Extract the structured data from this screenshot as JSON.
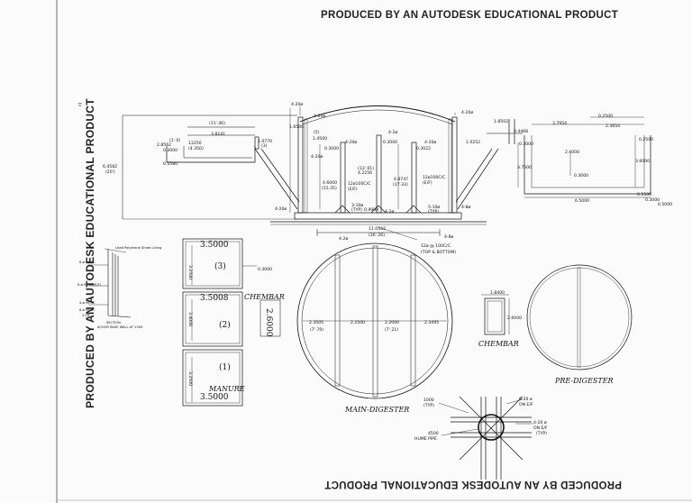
{
  "banner": "PRODUCED BY AN AUTODESK EDUCATIONAL PRODUCT",
  "corner_mark": "n|",
  "views": {
    "main_digester": "MAIN-DIGESTER",
    "pre_digester": "PRE-DIGESTER",
    "chembar": "CHEMBAR",
    "chembar_left": "CHEMBAR",
    "manure": "MANURE"
  },
  "section": {
    "dims": {
      "top_span": "(11'.46)",
      "d1": "3.8241",
      "d2": "1.0770",
      "d2b": "(3)",
      "d3": "1.6500",
      "d3b": "(5)",
      "d4": "1.4500",
      "left_h": "6.4582",
      "left_hb": "(20')",
      "wall_a": "(1'.0)",
      "wall_b": "2.8562",
      "wall_c": "0.3000",
      "wall_d": "0.5580",
      "wall_e": "13250",
      "wall_f": "(4.350)",
      "inner1": "0.3000",
      "inner2": "0.3000",
      "inner3": "0.3022",
      "mid_a": "(13'.01)",
      "mid_b": "4.2256",
      "h1": "4.6000",
      "h1b": "(15.35)",
      "h2": "4.8747",
      "h2b": "(17.33)",
      "typ1": "3-10ø",
      "typ1b": "(TYP)",
      "typ2": "5-10ø",
      "typ2b": "(TYP)",
      "d6": "0.9999",
      "base_len": "11.0542",
      "base_lenb": "(36'.26)"
    },
    "callouts": {
      "c1": "4-20ø",
      "c2": "4-20ø",
      "c3": "4-20ø",
      "c4": "4-20ø",
      "c5": "4-20ø",
      "c6": "4-20ø",
      "c7": "4-2ø",
      "c8": "4-2ø",
      "c9": "4-20ø",
      "c10": "4-2ø",
      "c11": "4-8ø",
      "c12": "4-8ø",
      "mesh1": "12ø100C/C",
      "mesh1b": "(E/F)",
      "mesh2": "12ø100C/C",
      "mesh2b": "(E/F)",
      "mesh3": "12ø @ 100C/C",
      "mesh3b": "(TOP & BOTTOM)"
    }
  },
  "right_section": {
    "d1": "1.8502",
    "d2": "3.7954",
    "d3": "0.2500",
    "d4": "2.3654",
    "d5": "0.4468",
    "d6": "1.0252",
    "d7": "0.3000",
    "d8": "2.6000",
    "d9": "3.7500",
    "d10": "0.3000",
    "d11": "3.6000",
    "d12": "0.1500",
    "d13": "6.5000",
    "d14": "0.3000",
    "d15": "0.2500",
    "d16": "0.5000"
  },
  "chambers": {
    "top": "3.5000",
    "top_side": "3.2500",
    "label3": "(3)",
    "gap": "0.3000",
    "mid": "3.5008",
    "mid_side": "3.4008",
    "label2": "(2)",
    "height": "2.6000",
    "label1": "(1)",
    "bot_side": "3.2500",
    "bottom": "3.5000"
  },
  "main_digester": {
    "d1": "2.3505",
    "d1b": "(7'.70)",
    "d2": "2.2500",
    "d3": "2.2000",
    "d3b": "(7'.21)",
    "d4": "2.3495"
  },
  "chembar_small": {
    "w": "1.8400",
    "h": "2.6000"
  },
  "detail": {
    "d1": "1000",
    "d1b": "(TYP)",
    "pipe": "4500",
    "pipeb": "HUME PIPE",
    "bar1": "6-20 ø",
    "bar1b": "ON E/F",
    "bar2": "4-20 ø",
    "bar2b": "ON E/F",
    "bar2c": "(TYP)"
  },
  "small_section": {
    "l1": "3-16",
    "l2": "6-ø 96 CC",
    "l3": "6-ø 96 CC(E/F)",
    "l4": "4-ø 96 CC",
    "l5": "6-ø 96 CC",
    "l6": "3-16",
    "top_note": "Used Polythene Sheet Lining",
    "bottom_note": "SECTION",
    "bottom_note2": "ACHOR BASE WALL AT 1500"
  }
}
